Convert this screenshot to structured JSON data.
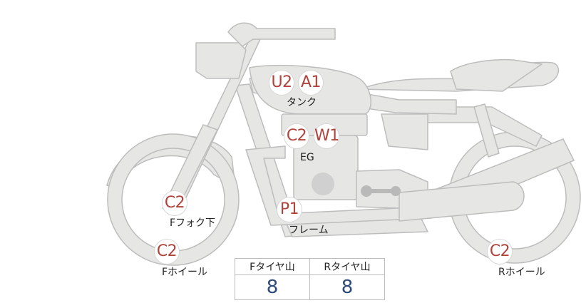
{
  "colors": {
    "accent_code": "#b0443c",
    "value": "#2b4a7a",
    "body_fill": "#e6e6e4",
    "body_stroke": "#bdbdbd"
  },
  "parts": [
    {
      "id": "tank",
      "codes": [
        "U2",
        "A1"
      ],
      "label": "タンク"
    },
    {
      "id": "engine",
      "codes": [
        "C2",
        "W1"
      ],
      "label": "EG"
    },
    {
      "id": "front-fork-lower",
      "codes": [
        "C2"
      ],
      "label": "Fフォク下"
    },
    {
      "id": "frame",
      "codes": [
        "P1"
      ],
      "label": "フレーム"
    },
    {
      "id": "front-wheel",
      "codes": [
        "C2"
      ],
      "label": "Fホイール"
    },
    {
      "id": "rear-wheel",
      "codes": [
        "C2"
      ],
      "label": "Rホイール"
    }
  ],
  "tire_tread": {
    "headers": [
      "Fタイヤ山",
      "Rタイヤ山"
    ],
    "values": [
      "8",
      "8"
    ]
  }
}
